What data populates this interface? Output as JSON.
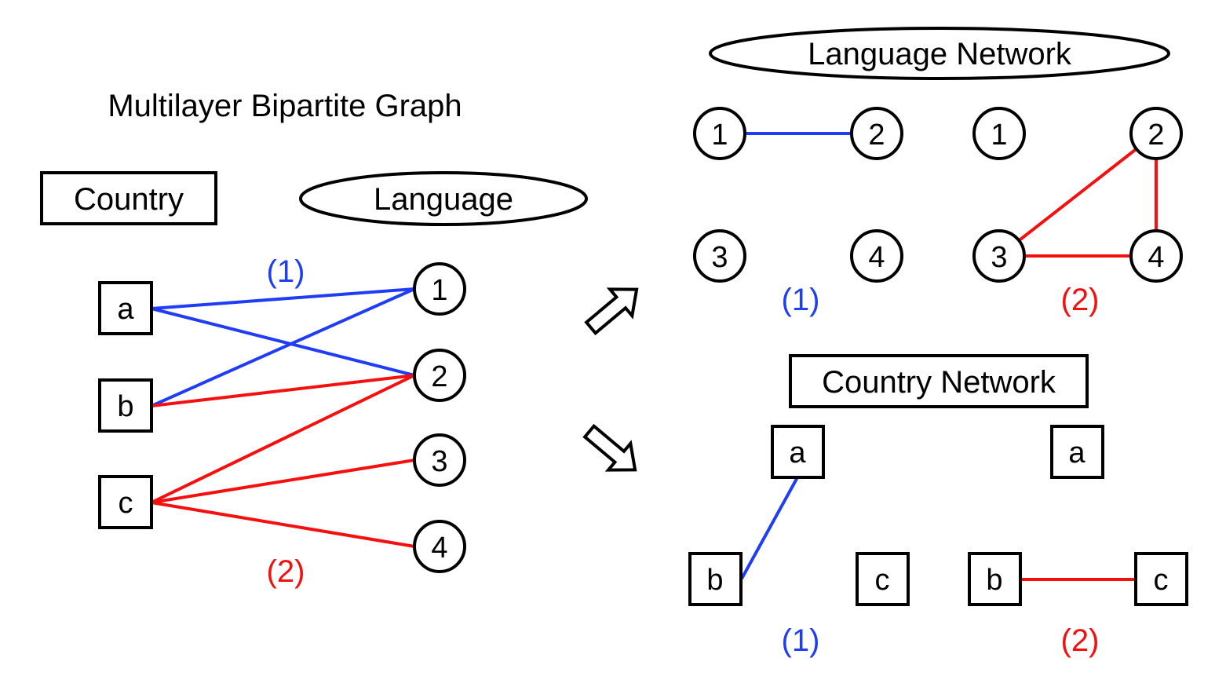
{
  "title": "Multilayer Bipartite Graph",
  "left": {
    "country_label": "Country",
    "language_label": "Language",
    "countries": [
      "a",
      "b",
      "c"
    ],
    "languages": [
      "1",
      "2",
      "3",
      "4"
    ],
    "layer1_label": "(1)",
    "layer2_label": "(2)"
  },
  "language_network": {
    "title": "Language Network",
    "nodes": [
      "1",
      "2",
      "3",
      "4"
    ],
    "layer1_label": "(1)",
    "layer2_label": "(2)"
  },
  "country_network": {
    "title": "Country Network",
    "nodes": [
      "a",
      "b",
      "c"
    ],
    "layer1_label": "(1)",
    "layer2_label": "(2)"
  },
  "colors": {
    "layer1": "#1f3df5",
    "layer2": "#f51010"
  }
}
